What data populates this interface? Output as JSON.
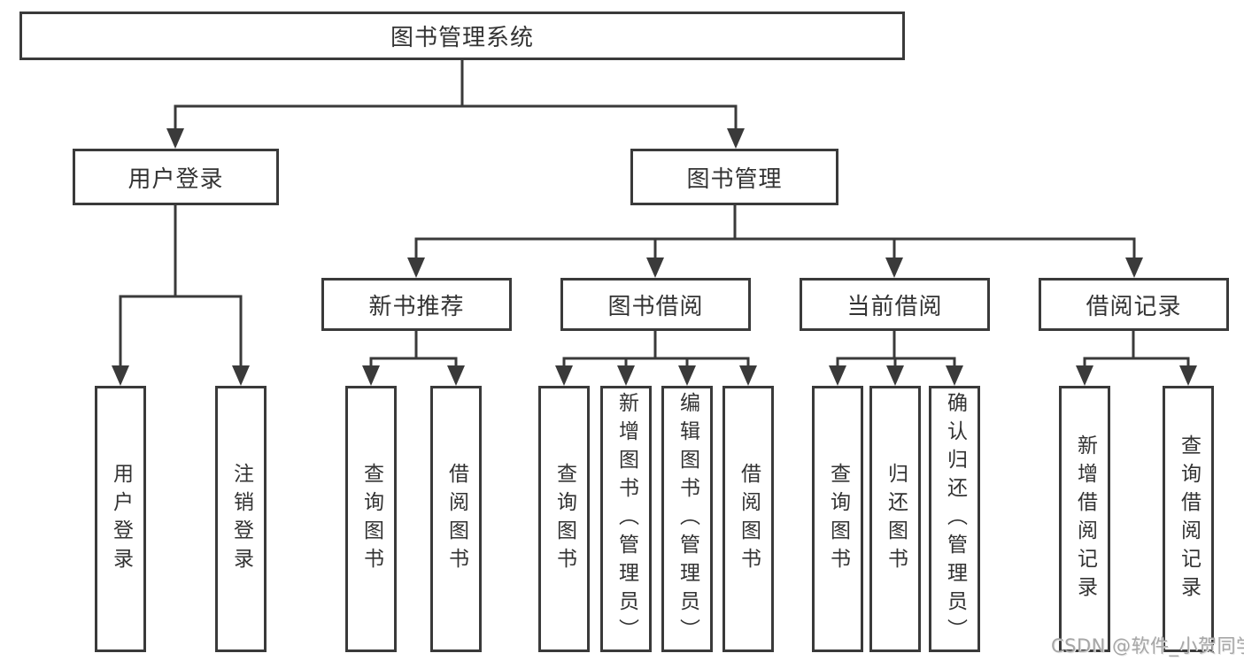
{
  "nodes": {
    "root": {
      "label": "图书管理系统"
    },
    "user_login": {
      "label": "用户登录"
    },
    "book_mgmt": {
      "label": "图书管理"
    },
    "new_books": {
      "label": "新书推荐"
    },
    "book_borrow": {
      "label": "图书借阅"
    },
    "current_borrow": {
      "label": "当前借阅"
    },
    "borrow_records": {
      "label": "借阅记录"
    },
    "leaves": {
      "ul_login": {
        "label": "用户登录"
      },
      "ul_logout": {
        "label": "注销登录"
      },
      "nb_query": {
        "label": "查询图书"
      },
      "nb_borrow": {
        "label": "借阅图书"
      },
      "bb_query": {
        "label": "查询图书"
      },
      "bb_add": {
        "label": "新增图书（管理员）"
      },
      "bb_edit": {
        "label": "编辑图书（管理员）"
      },
      "bb_borrow": {
        "label": "借阅图书"
      },
      "cb_query": {
        "label": "查询图书"
      },
      "cb_return": {
        "label": "归还图书"
      },
      "cb_confirm": {
        "label": "确认归还（管理员）"
      },
      "br_add": {
        "label": "新增借阅记录"
      },
      "br_query": {
        "label": "查询借阅记录"
      }
    }
  },
  "watermark": {
    "text": "CSDN @软件_小贺同学"
  },
  "colors": {
    "line": "#3a3a3a",
    "text": "#333333",
    "background": "#ffffff",
    "watermark": "#a6a6a6"
  }
}
